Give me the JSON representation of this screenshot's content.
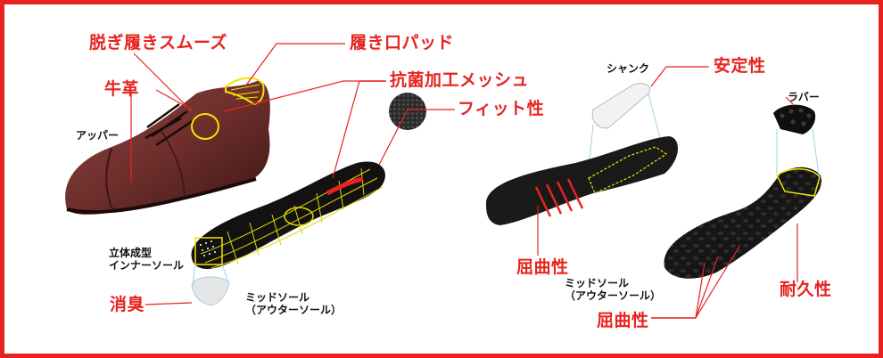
{
  "labels": {
    "smooth_fit": "脱ぎ履きスムーズ",
    "heel_pad": "履き口パッド",
    "cowhide": "牛革",
    "antibacterial_mesh": "抗菌加工メッシュ",
    "upper": "アッパー",
    "fit": "フィット性",
    "insole_line1": "立体成型",
    "insole_line2": "インナーソール",
    "deodorize": "消臭",
    "midsole_left_line1": "ミッドソール",
    "midsole_left_line2": "（アウターソール）",
    "shank": "シャンク",
    "stability": "安定性",
    "rubber": "ラバー",
    "flex_right": "屈曲性",
    "midsole_right_line1": "ミッドソール",
    "midsole_right_line2": "（アウターソール）",
    "durability": "耐久性",
    "flex_bottom": "屈曲性"
  },
  "colors": {
    "frame": "#e8231f",
    "accent": "#e8231f",
    "leader_line": "#e8231f",
    "highlight": "#f2e600",
    "shoe_leather": "#6e2f2c",
    "sole_black": "#121212"
  }
}
